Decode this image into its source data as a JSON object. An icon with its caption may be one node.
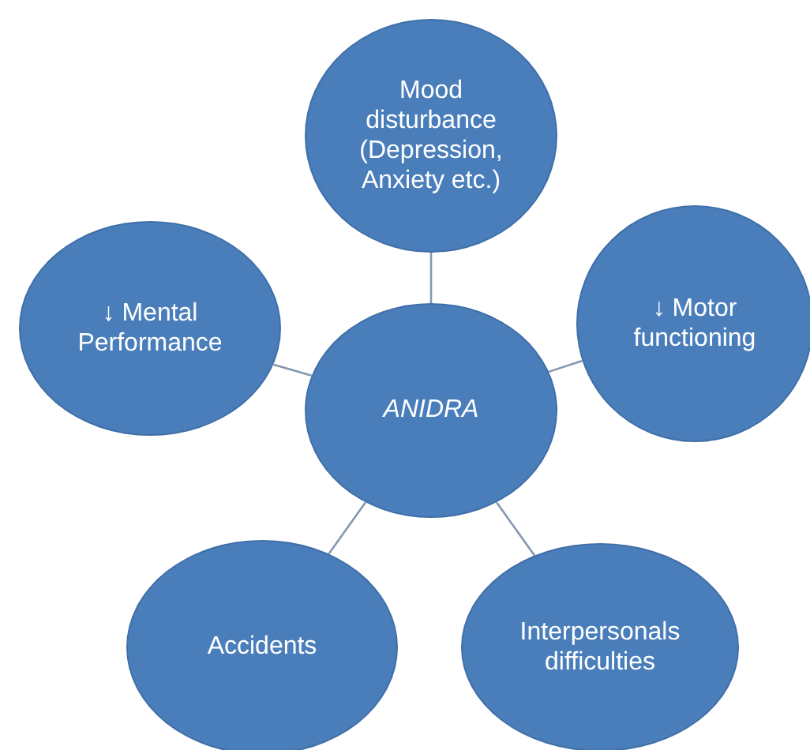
{
  "diagram": {
    "nodes": [
      {
        "text": [
          "ANIDRA"
        ]
      },
      {
        "text": [
          "Mood disturbance (Depression, Anxiety etc.)"
        ]
      },
      {
        "text": [
          "↓ Motor functioning"
        ]
      },
      {
        "text": [
          "Interpersonals difficulties"
        ]
      },
      {
        "text": [
          "Accidents"
        ]
      },
      {
        "text": [
          "↓ Mental Performance"
        ]
      }
    ],
    "edges": [
      {
        "from": 0,
        "to": 1,
        "arrow": "none"
      },
      {
        "from": 0,
        "to": 2,
        "arrow": "none"
      },
      {
        "from": 0,
        "to": 3,
        "arrow": "none"
      },
      {
        "from": 0,
        "to": 4,
        "arrow": "none"
      },
      {
        "from": 0,
        "to": 5,
        "arrow": "none"
      }
    ]
  }
}
